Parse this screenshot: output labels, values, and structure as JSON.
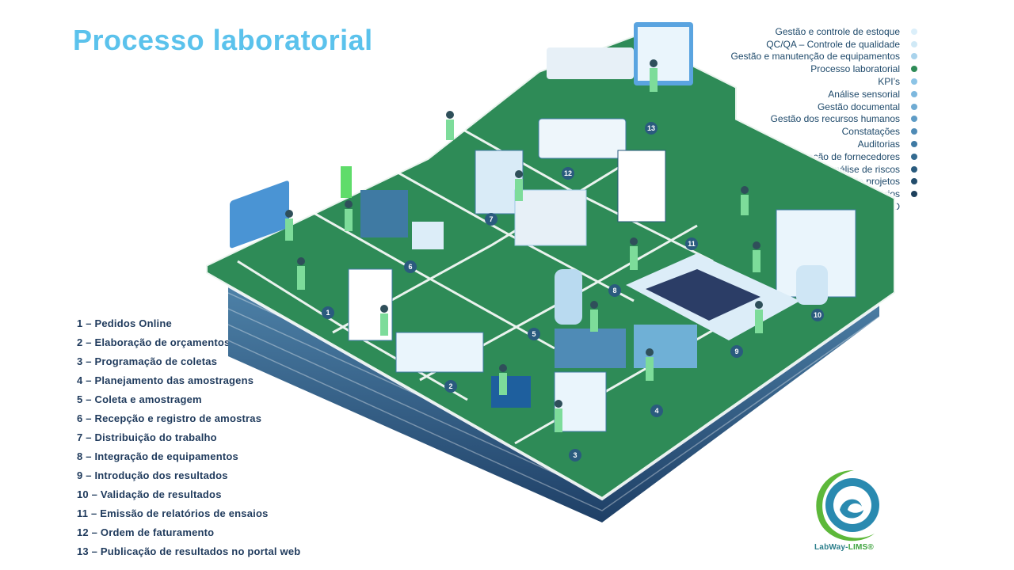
{
  "title": "Processo laboratorial",
  "legend": [
    {
      "label": "Gestão e controle de estoque",
      "color": "#dbeffa"
    },
    {
      "label": "QC/QA – Controle de qualidade",
      "color": "#d0e9f6"
    },
    {
      "label": "Gestão e manutenção de equipamentos",
      "color": "#a9d3ec"
    },
    {
      "label": "Processo laboratorial",
      "color": "#2e8b57"
    },
    {
      "label": "KPI’s",
      "color": "#8cc4e6"
    },
    {
      "label": "Análise sensorial",
      "color": "#7db8de"
    },
    {
      "label": "Gestão documental",
      "color": "#6fabd3"
    },
    {
      "label": "Gestão dos recursos humanos",
      "color": "#5f9cc6"
    },
    {
      "label": "Constatações",
      "color": "#4f8bb6"
    },
    {
      "label": "Auditorias",
      "color": "#3f7aa3"
    },
    {
      "label": "Qualificação de fornecedores",
      "color": "#336a90"
    },
    {
      "label": "Gestão e análise de riscos",
      "color": "#2a5b7e"
    },
    {
      "label": "Gestão de projetos",
      "color": "#234d6c"
    },
    {
      "label": "Formulários",
      "color": "#1d405c"
    },
    {
      "label": "LGPD",
      "color": "#ffffff"
    }
  ],
  "steps": [
    "1 – Pedidos Online",
    "2 – Elaboração de orçamentos",
    "3 – Programação de coletas",
    "4 – Planejamento das amostragens",
    "5 – Coleta e amostragem",
    "6 – Recepção e registro de amostras",
    "7 – Distribuição do trabalho",
    "8 – Integração de equipamentos",
    "9 – Introdução dos resultados",
    "10 – Validação de resultados",
    "11 – Emissão de relatórios de ensaios",
    "12 – Ordem de faturamento",
    "13 – Publicação de resultados no portal web"
  ],
  "markers": [
    "1",
    "2",
    "3",
    "4",
    "5",
    "6",
    "7",
    "8",
    "9",
    "10",
    "11",
    "12",
    "13"
  ],
  "logo": {
    "name": "LabWay-",
    "suffix": "LIMS®"
  }
}
